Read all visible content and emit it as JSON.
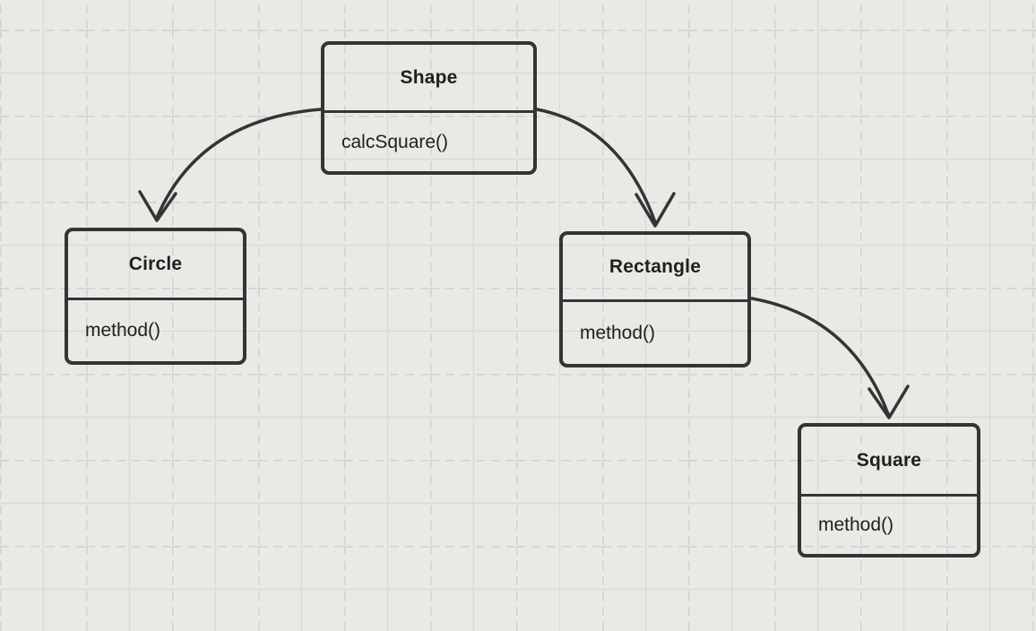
{
  "diagram": {
    "nodes": [
      {
        "id": "shape",
        "title": "Shape",
        "method": "calcSquare()"
      },
      {
        "id": "circle",
        "title": "Circle",
        "method": "method()"
      },
      {
        "id": "rectangle",
        "title": "Rectangle",
        "method": "method()"
      },
      {
        "id": "square",
        "title": "Square",
        "method": "method()"
      }
    ],
    "edges": [
      {
        "from": "Shape",
        "to": "Circle"
      },
      {
        "from": "Shape",
        "to": "Rectangle"
      },
      {
        "from": "Rectangle",
        "to": "Square"
      }
    ]
  },
  "colors": {
    "background": "#ebe9e6",
    "grid_solid_line": "#dcdad6",
    "grid_dashed_line": "#d1d2d6",
    "stroke": "#343434",
    "text": "#1f1f1f"
  }
}
